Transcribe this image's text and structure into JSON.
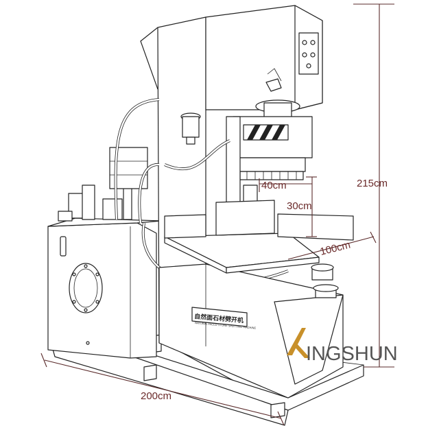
{
  "dimensions": {
    "height": "215cm",
    "width": "200cm",
    "table_width": "100cm",
    "blade_gap": "40cm",
    "blade_height": "30cm"
  },
  "nameplate": {
    "title": "自然面石材劈开机",
    "subtitle": "NATURAL-FACED STONE SPLITTING MACHINE"
  },
  "brand": {
    "logo_text": "INGSHUN",
    "logo_mark": "K",
    "accent_color": "#c8902a"
  },
  "colors": {
    "line": "#222222",
    "dimension": "#5a2a2a"
  }
}
